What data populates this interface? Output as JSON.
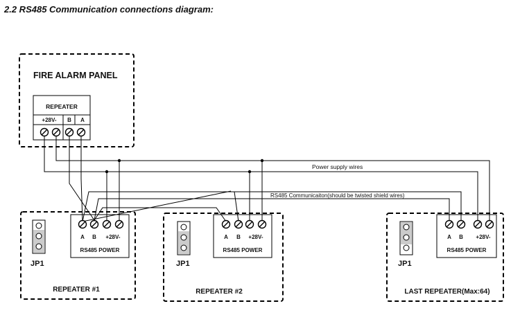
{
  "heading": "2.2 RS485 Communication connections diagram:",
  "panel": {
    "title": "FIRE ALARM PANEL",
    "module_title": "REPEATER",
    "terminal_labels": [
      "+28V-",
      "B",
      "A"
    ]
  },
  "wire_labels": {
    "power": "Power supply wires",
    "rs485": "RS485 Communicaiton(should be twisted shield wires)"
  },
  "repeaters": [
    {
      "name": "REPEATER #1",
      "jumper": "JP1",
      "terminal_labels": [
        "A",
        "B",
        "+28V-"
      ],
      "block_label": "RS485 POWER"
    },
    {
      "name": "REPEATER #2",
      "jumper": "JP1",
      "terminal_labels": [
        "A",
        "B",
        "+28V-"
      ],
      "block_label": "RS485 POWER"
    },
    {
      "name": "LAST REPEATER(Max:64)",
      "jumper": "JP1",
      "terminal_labels": [
        "A",
        "B",
        "+28V-"
      ],
      "block_label": "RS485 POWER"
    }
  ]
}
